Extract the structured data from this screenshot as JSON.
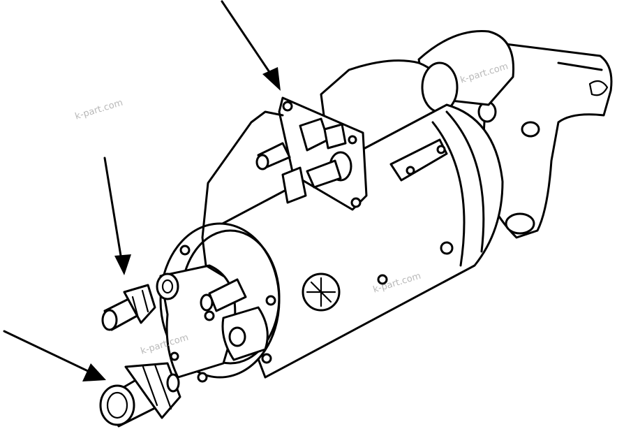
{
  "watermarks": [
    "k-part.com",
    "k-part.com",
    "k-part.com",
    "k-part.com"
  ],
  "diagram": {
    "subject": "starter motor assembly",
    "line_color": "#000000",
    "background": "#ffffff",
    "watermark_color": "#b9b9b9"
  }
}
